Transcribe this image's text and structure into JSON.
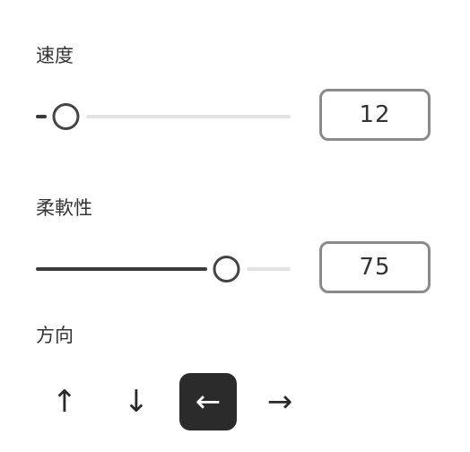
{
  "speed": {
    "label": "速度",
    "value": "12",
    "fraction": 0.12
  },
  "flexibility": {
    "label": "柔軟性",
    "value": "75",
    "fraction": 0.75
  },
  "direction": {
    "label": "方向",
    "selected": "left",
    "buttons": [
      {
        "id": "up",
        "glyph": "↑",
        "icon": "arrow-up-icon"
      },
      {
        "id": "down",
        "glyph": "↓",
        "icon": "arrow-down-icon"
      },
      {
        "id": "left",
        "glyph": "←",
        "icon": "arrow-left-icon"
      },
      {
        "id": "right",
        "glyph": "→",
        "icon": "arrow-right-icon"
      }
    ]
  },
  "colors": {
    "accent": "#2b2b2b",
    "track": "#e3e3e3",
    "border": "#8a8a8a"
  }
}
